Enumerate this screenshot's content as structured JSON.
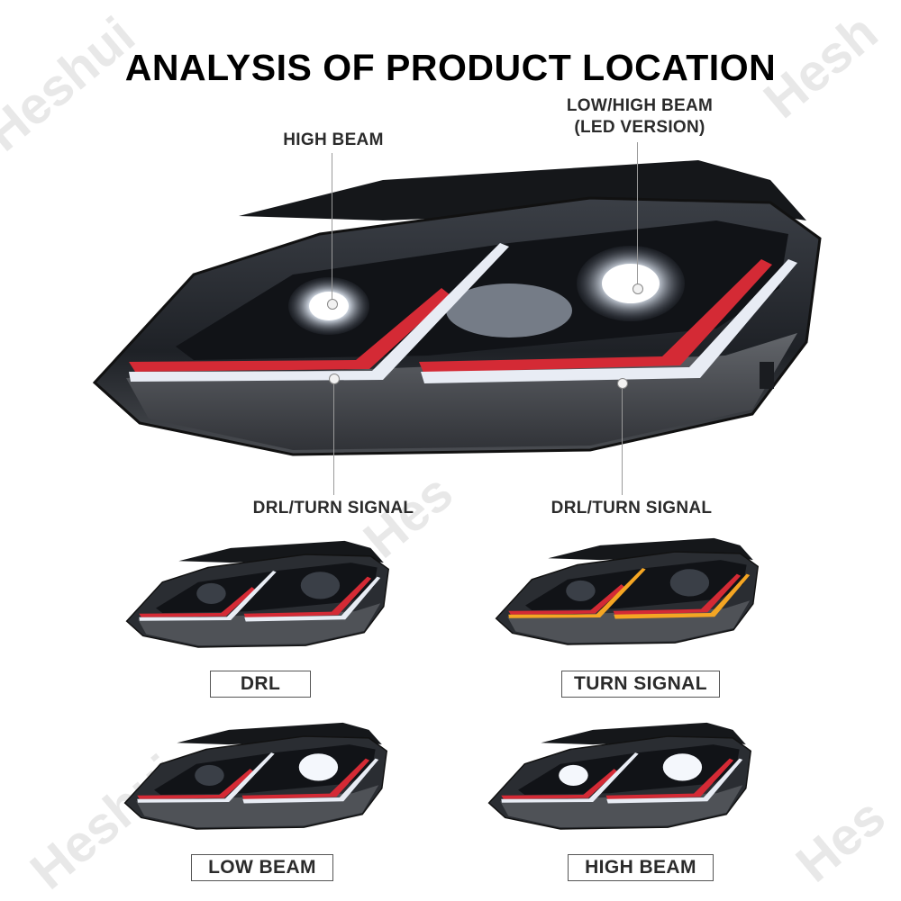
{
  "watermark": {
    "text_top_left": "Heshui",
    "text_top_right": "Hesh",
    "text_center": "Hes",
    "text_bottom_left": "Heshui",
    "text_bottom_right": "Hes"
  },
  "title": "ANALYSIS OF PRODUCT LOCATION",
  "callouts": {
    "high_beam": "HIGH BEAM",
    "low_high_beam_line1": "LOW/HIGH BEAM",
    "low_high_beam_line2": "(LED VERSION)",
    "drl_turn_left": "DRL/TURN SIGNAL",
    "drl_turn_right": "DRL/TURN SIGNAL"
  },
  "modes": [
    {
      "label": "DRL",
      "strip_color": "#e8ecf4",
      "beam_on": "none"
    },
    {
      "label": "TURN SIGNAL",
      "strip_color": "#f5a623",
      "beam_on": "none"
    },
    {
      "label": "LOW BEAM",
      "strip_color": "#e8ecf4",
      "beam_on": "low"
    },
    {
      "label": "HIGH BEAM",
      "strip_color": "#e8ecf4",
      "beam_on": "both"
    }
  ],
  "colors": {
    "accent_red": "#d42a35",
    "housing": "#2a2d32",
    "drl_white": "#e8ecf4",
    "turn_amber": "#f5a623"
  }
}
